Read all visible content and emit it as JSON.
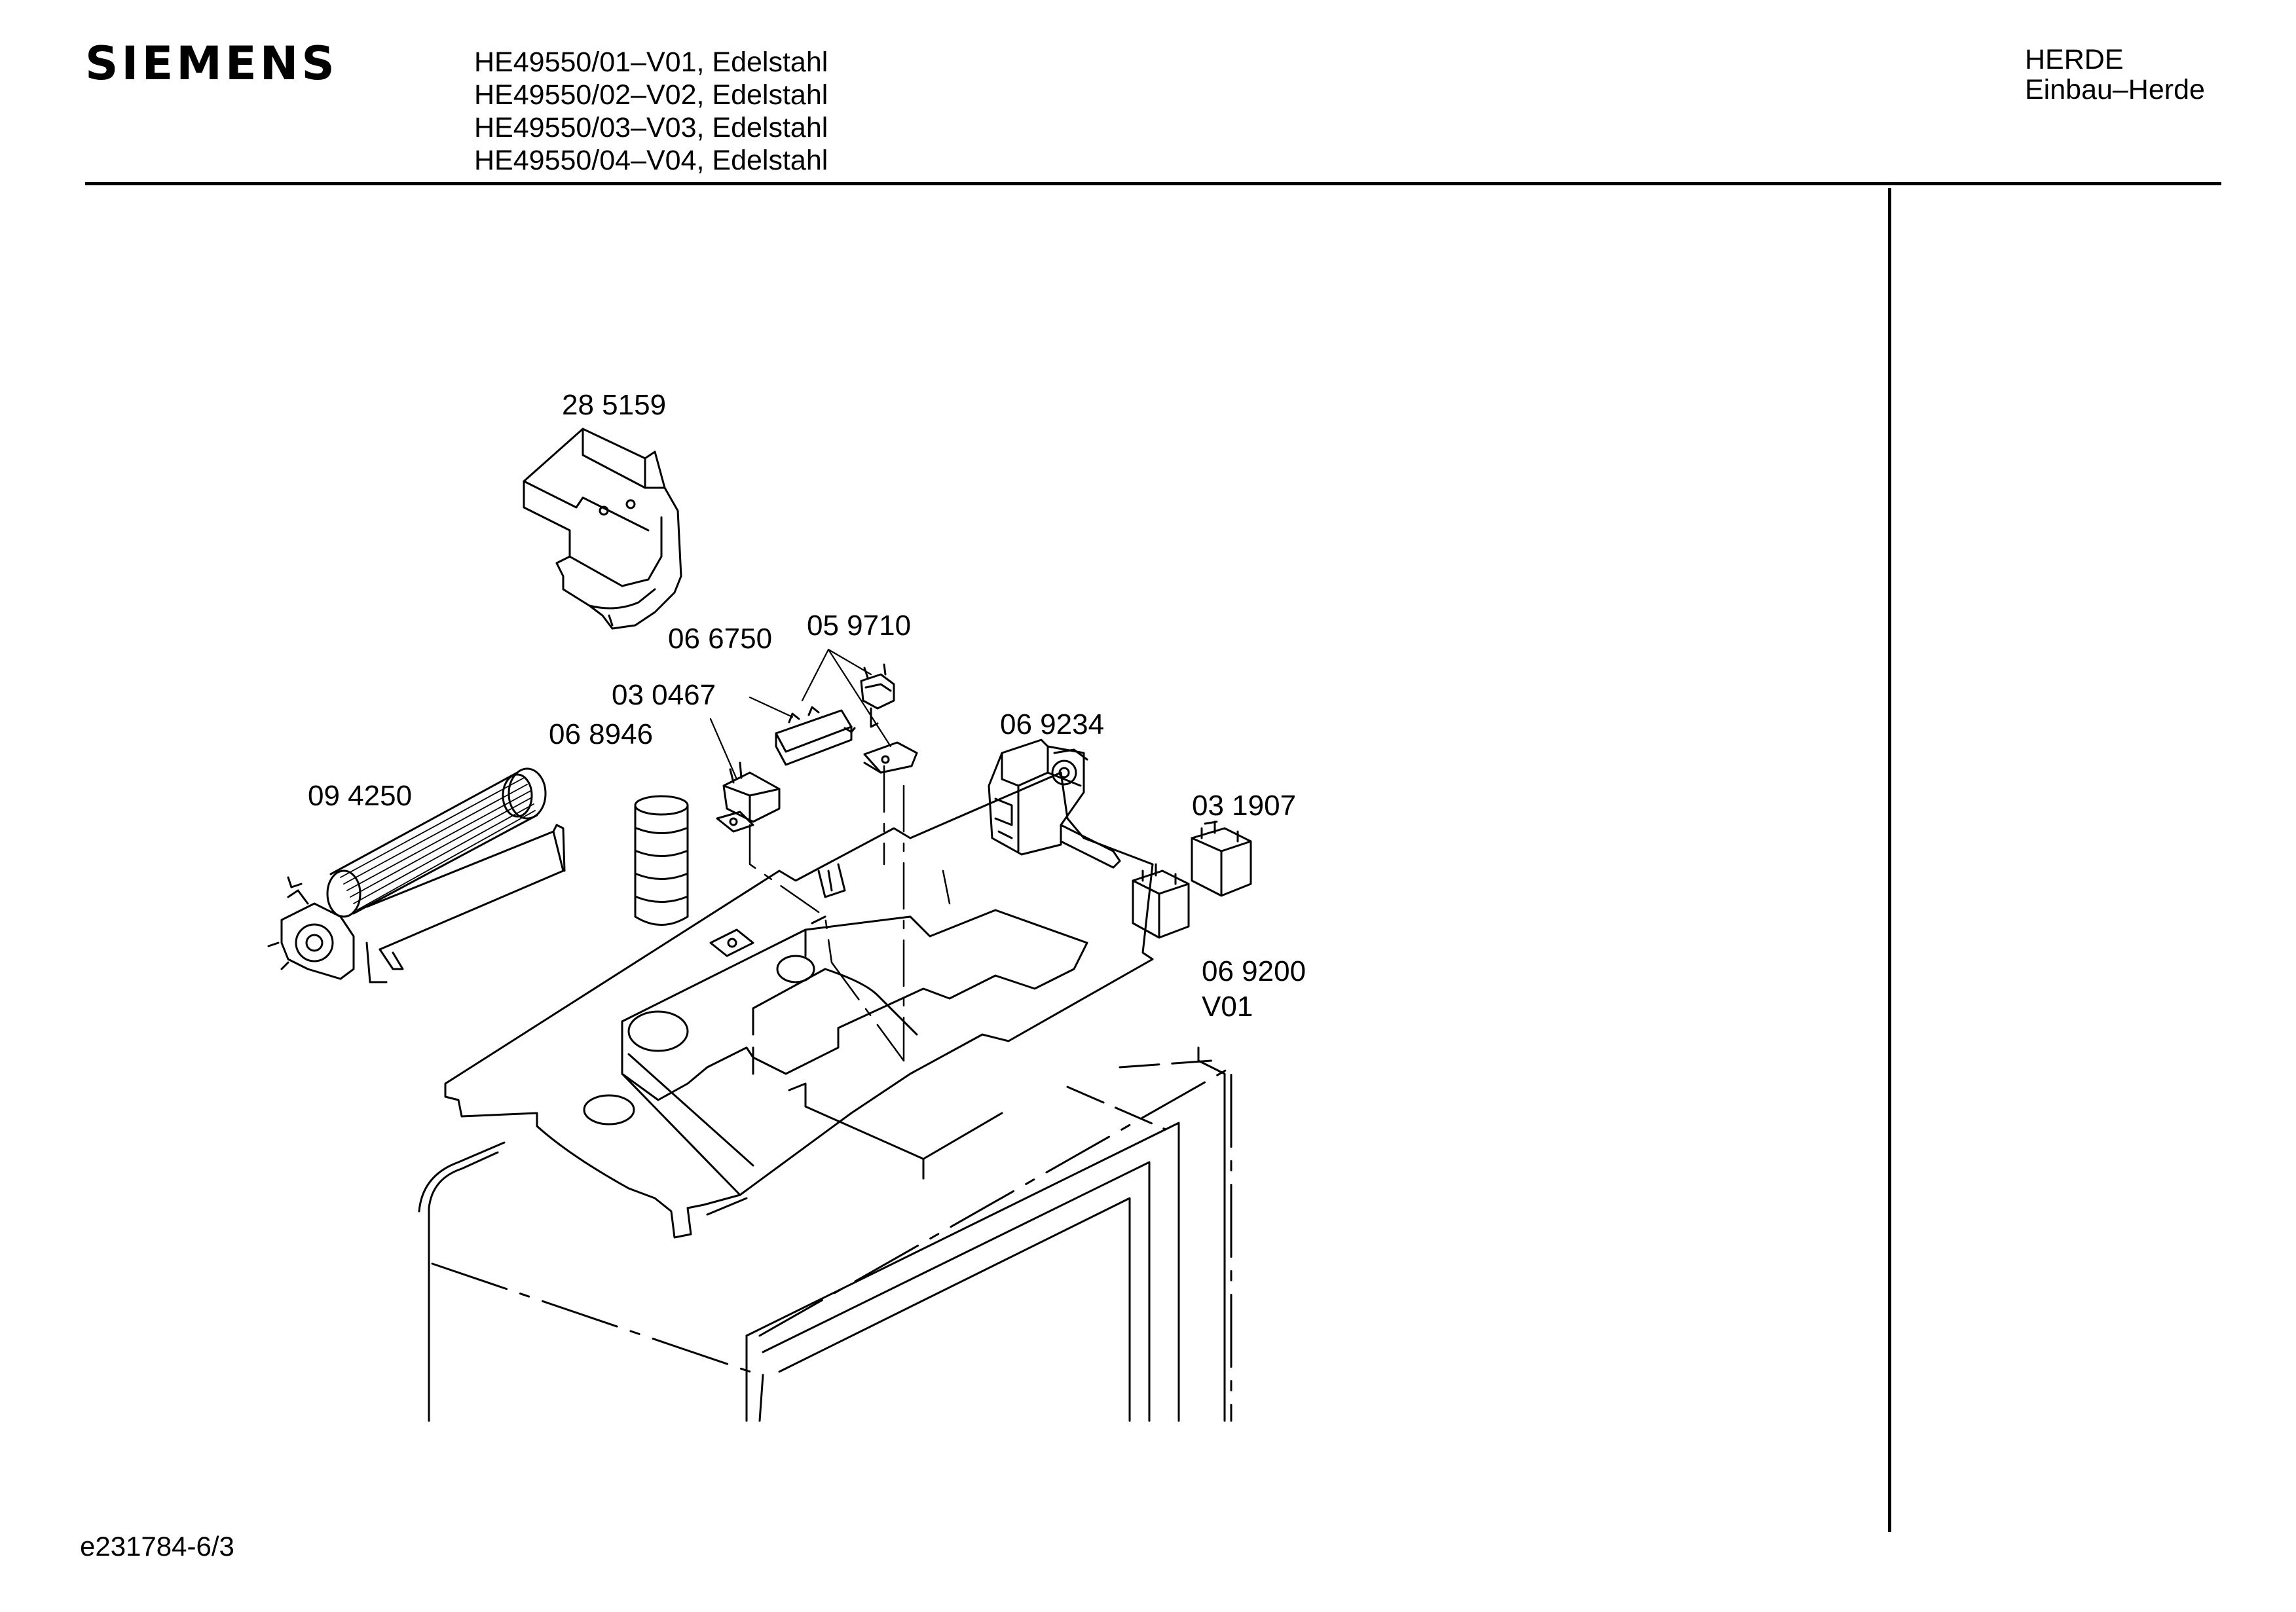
{
  "header": {
    "brand": "SIEMENS",
    "models": [
      "HE49550/01–V01, Edelstahl",
      "HE49550/02–V02, Edelstahl",
      "HE49550/03–V03, Edelstahl",
      "HE49550/04–V04, Edelstahl"
    ],
    "category": "HERDE",
    "subcategory": "Einbau–Herde"
  },
  "parts": {
    "fan_cover": "28 5159",
    "resistor": "06 6750",
    "thermostat_pair": "05 9710",
    "thermal_fuse": "03 0467",
    "capacitor": "06 8946",
    "blower_fan": "09 4250",
    "selector_switch": "06 9234",
    "relay_upper": "03 1907",
    "relay_lower": "06 9200",
    "relay_lower_variant": "V01"
  },
  "footer": {
    "doc_ref": "e231784-6/3"
  }
}
